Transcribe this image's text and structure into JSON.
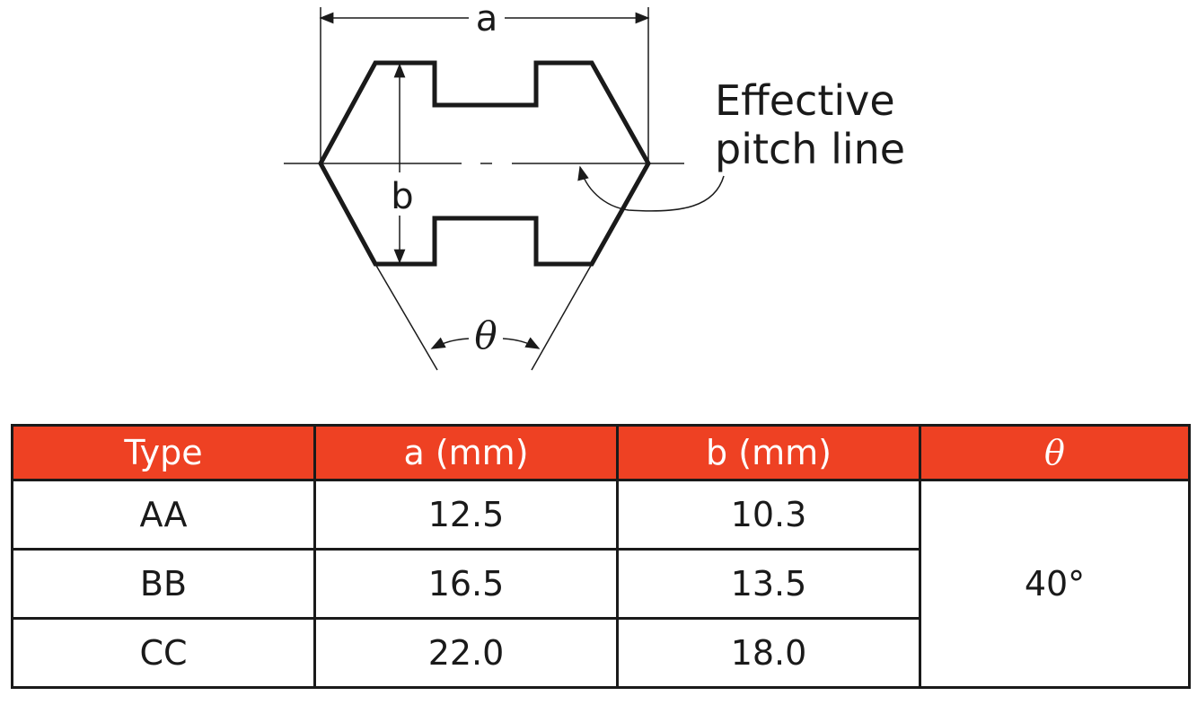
{
  "diagram": {
    "dim_a_label": "a",
    "dim_b_label": "b",
    "angle_label": "θ",
    "callout_line1": "Effective",
    "callout_line2": "pitch line"
  },
  "table": {
    "headers": [
      "Type",
      "a (mm)",
      "b (mm)",
      "θ"
    ],
    "rows": [
      {
        "type": "AA",
        "a": "12.5",
        "b": "10.3"
      },
      {
        "type": "BB",
        "a": "16.5",
        "b": "13.5"
      },
      {
        "type": "CC",
        "a": "22.0",
        "b": "18.0"
      }
    ],
    "theta_value": "40°"
  }
}
